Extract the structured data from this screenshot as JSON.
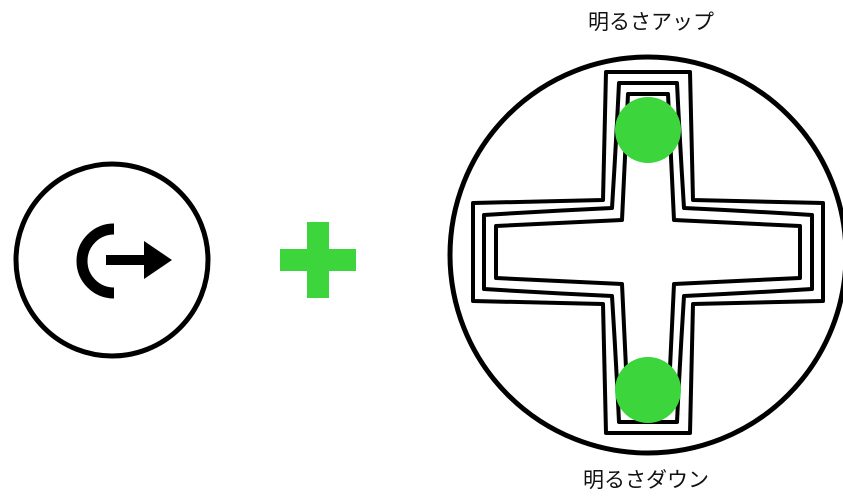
{
  "labels": {
    "brightness_up": "明るさアップ",
    "brightness_down": "明るさダウン"
  },
  "icons": {
    "power": "power-button-icon",
    "plus": "plus-icon",
    "dpad": "dpad-icon",
    "highlight": "green-dot-indicator"
  },
  "colors": {
    "outline": "#000000",
    "accent": "#3cd63c",
    "background": "#ffffff"
  }
}
